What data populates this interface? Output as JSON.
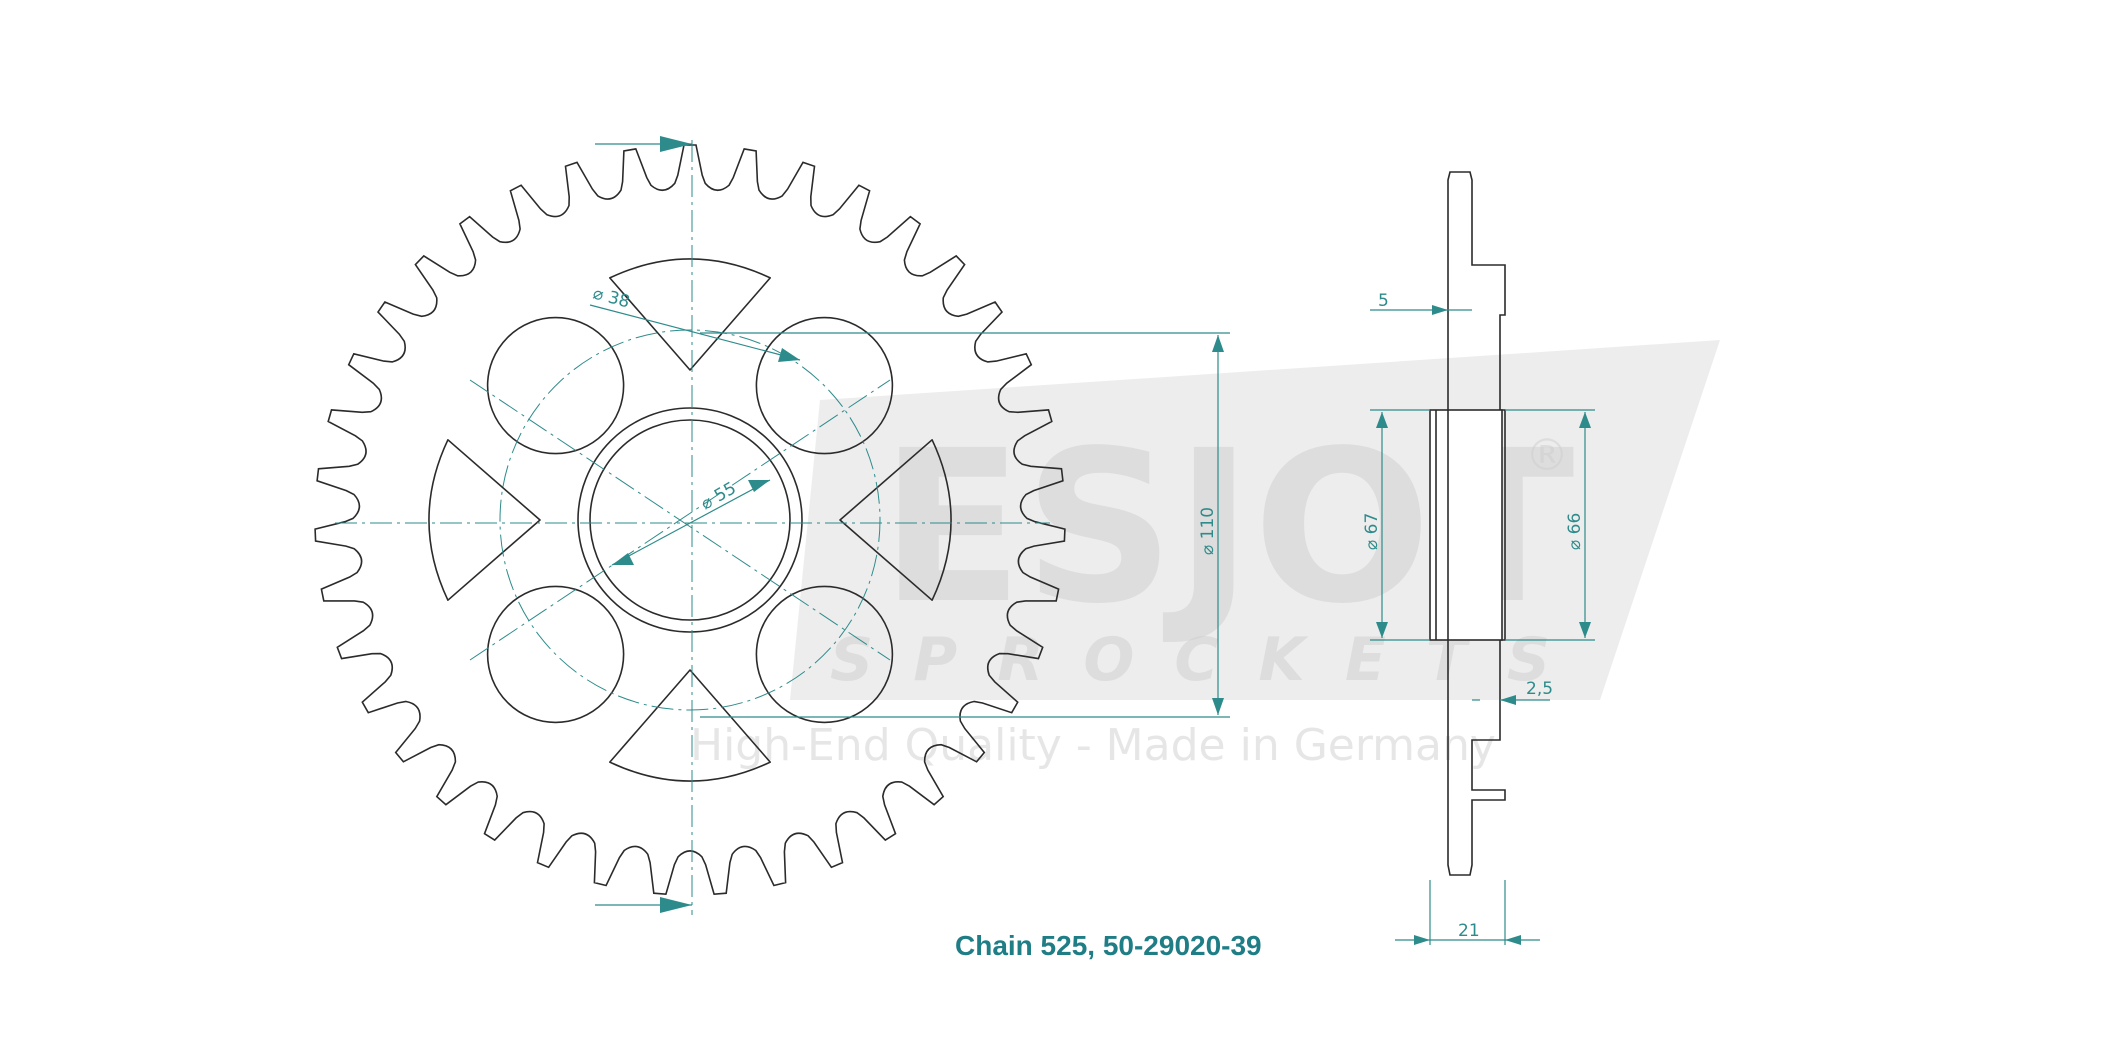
{
  "watermark": {
    "brand": "ESJOT",
    "registered": "®",
    "subtitle": "SPROCKETS",
    "tagline": "High-End Quality - Made in Germany"
  },
  "dimensions": {
    "bolt_hole_diameter": "⌀ 38",
    "center_bore_diameter": "⌀ 55",
    "bolt_circle_diameter": "⌀ 110",
    "hub_left_diameter": "⌀ 67",
    "hub_right_diameter": "⌀ 66",
    "offset": "5",
    "thickness": "2,5",
    "overall_width": "21"
  },
  "caption": "Chain 525, 50-29020-39",
  "sprocket": {
    "teeth": 39,
    "bolt_holes": 4,
    "lightening_holes": 4
  },
  "colors": {
    "dimension": "#2e8b8b",
    "outline": "#2b2b2b",
    "caption": "#1f7d86"
  }
}
